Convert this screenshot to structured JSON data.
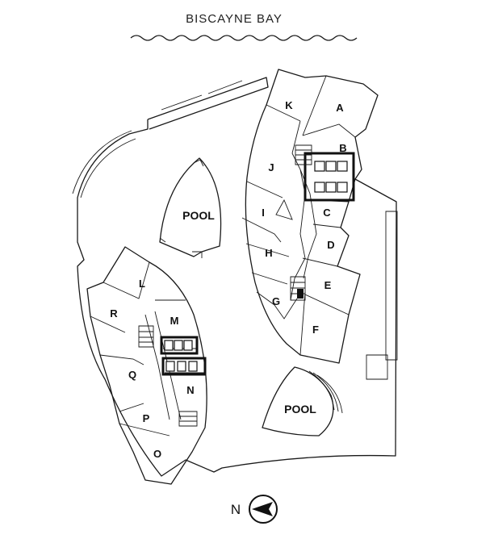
{
  "title": "BISCAYNE BAY",
  "units": {
    "a": "A",
    "b": "B",
    "c": "C",
    "d": "D",
    "e": "E",
    "f": "F",
    "g": "G",
    "h": "H",
    "i": "I",
    "j": "J",
    "k": "K",
    "l": "L",
    "m": "M",
    "n": "N",
    "o": "O",
    "p": "P",
    "q": "Q",
    "r": "R"
  },
  "pools": {
    "upper": "POOL",
    "lower": "POOL"
  },
  "north_label": "N",
  "colors": {
    "line": "#1a1a1a",
    "background": "#ffffff"
  },
  "icons": {
    "compass": "north-arrow-icon",
    "water": "water-waves-icon"
  }
}
